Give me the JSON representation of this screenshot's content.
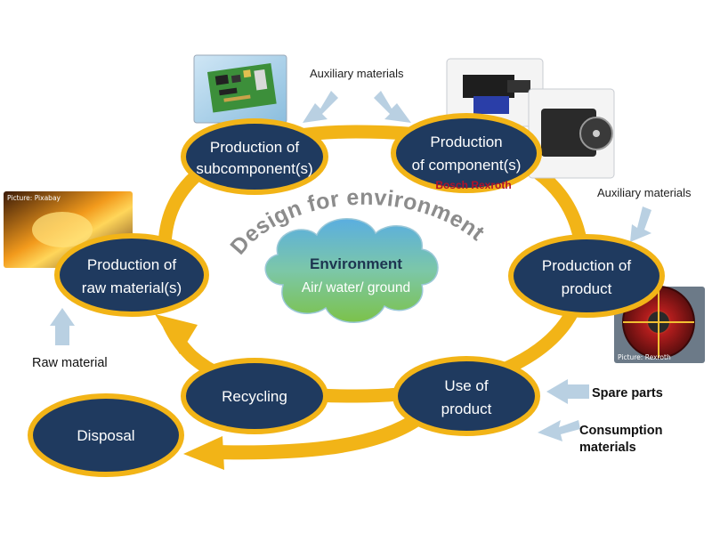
{
  "center": {
    "arc_title": "Design for environment",
    "cloud_title": "Environment",
    "cloud_subtitle": "Air/ water/ ground"
  },
  "nodes": {
    "subcomponent": [
      "Production of",
      "subcomponent(s)"
    ],
    "component": [
      "Production",
      "of component(s)"
    ],
    "product": [
      "Production of",
      "product"
    ],
    "use": [
      "Use of",
      "product"
    ],
    "recycling": [
      "Recycling"
    ],
    "raw": [
      "Production of",
      "raw material(s)"
    ],
    "disposal": [
      "Disposal"
    ]
  },
  "inputs": {
    "aux_top": "Auxiliary materials",
    "aux_right": "Auxiliary materials",
    "raw_material": "Raw material",
    "spare_parts": "Spare parts",
    "consumption": [
      "Consumption",
      "materials"
    ]
  },
  "captions": {
    "pixabay": "Picture: Pixabay",
    "rexroth": "Picture: Rexroth",
    "bosch_watermark": "Bosch Rexroth"
  },
  "colors": {
    "node_fill": "#1f3a5f",
    "node_border": "#f2b417",
    "arrow": "#f2b417",
    "cloud_top": "#6fb7e3",
    "cloud_bottom": "#7dc34c",
    "input_arrow": "#b9d0e2",
    "arc_title": "#8c8c8c"
  }
}
